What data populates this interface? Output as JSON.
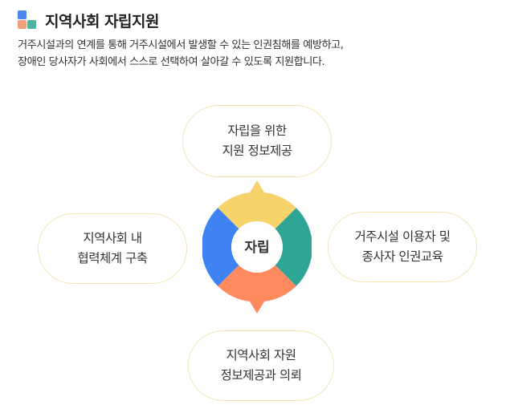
{
  "header": {
    "title": "지역사회 자립지원",
    "desc_line1": "거주시설과의 연계를 통해 거주시설에서 발생할 수 있는 인권침해를 예방하고,",
    "desc_line2": "장애인 당사자가 사회에서 스스로 선택하여 살아갈 수 있도록 지원합니다."
  },
  "diagram": {
    "center": "자립",
    "top": {
      "line1": "자립을 위한",
      "line2": "지원 정보제공",
      "color": "#f7d36b"
    },
    "right": {
      "line1": "거주시설 이용자 및",
      "line2": "종사자 인권교육",
      "color": "#2ea595"
    },
    "bottom": {
      "line1": "지역사회 자원",
      "line2": "정보제공과 의뢰",
      "color": "#ff8a5f"
    },
    "left": {
      "line1": "지역사회 내",
      "line2": "협력체계 구축",
      "color": "#3f82f2"
    }
  }
}
